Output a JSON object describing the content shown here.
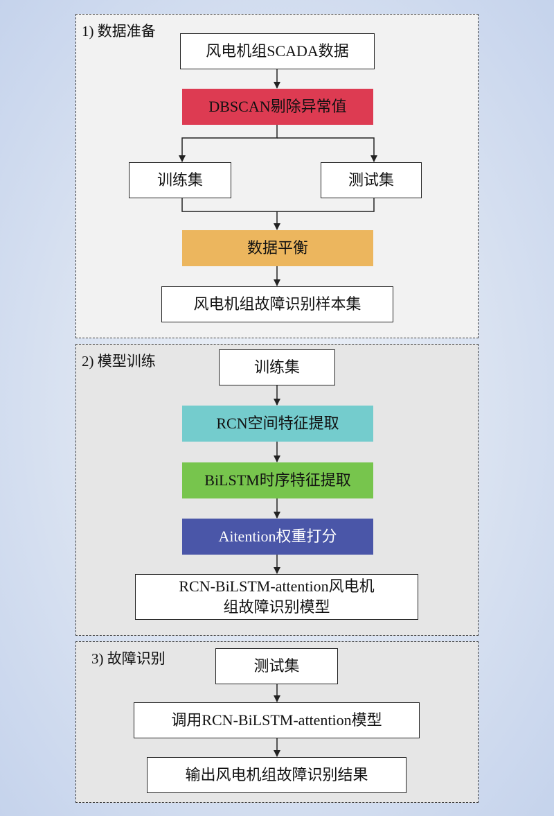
{
  "section1": {
    "title": "1) 数据准备",
    "scada": "风电机组SCADA数据",
    "dbscan": "DBSCAN剔除异常值",
    "train": "训练集",
    "test": "测试集",
    "balance": "数据平衡",
    "sample_set": "风电机组故障识别样本集"
  },
  "section2": {
    "title": "2) 模型训练",
    "train": "训练集",
    "rcn": "RCN空间特征提取",
    "bilstm": "BiLSTM时序特征提取",
    "attention": "Aitention权重打分",
    "model_line1": "RCN-BiLSTM-attention风电机",
    "model_line2": "组故障识别模型"
  },
  "section3": {
    "title": "3) 故障识别",
    "test": "测试集",
    "invoke": "调用RCN-BiLSTM-attention模型",
    "output": "输出风电机组故障识别结果"
  },
  "colors": {
    "dbscan": "#dd3b52",
    "balance": "#ecb65e",
    "rcn": "#74cccd",
    "bilstm": "#77c54d",
    "attention": "#4a56a8"
  }
}
